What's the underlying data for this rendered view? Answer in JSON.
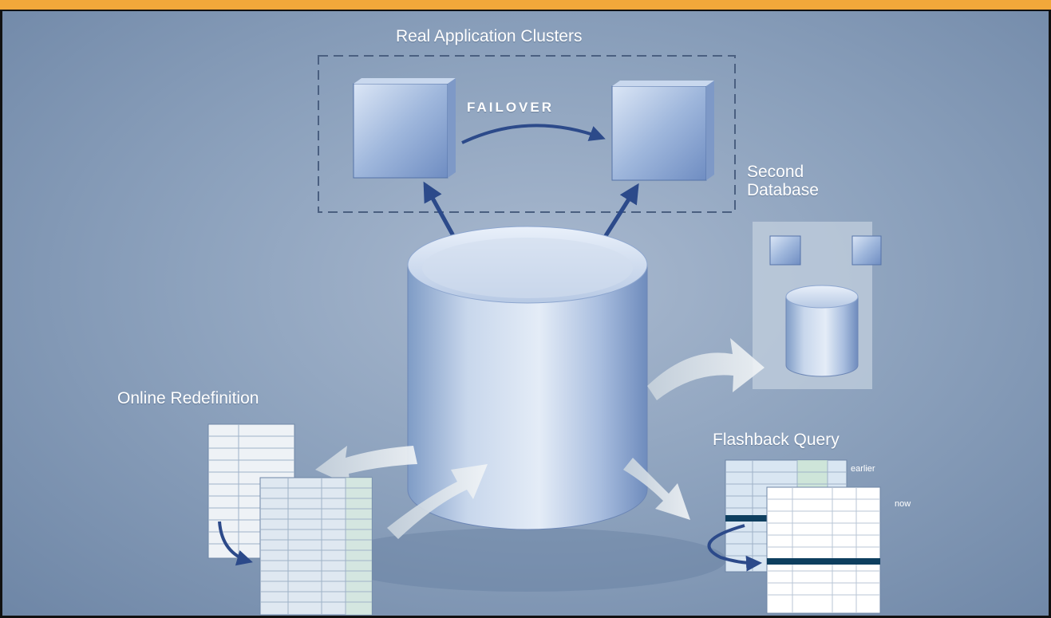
{
  "diagram": {
    "title_clusters": "Real Application Clusters",
    "failover_label": "FAILOVER",
    "second_database_label": "Second Database",
    "second_database_line1": "Second",
    "second_database_line2": "Database",
    "online_redefinition_label": "Online Redefinition",
    "flashback_query_label": "Flashback Query",
    "earlier_label": "earlier",
    "now_label": "now"
  },
  "colors": {
    "frame_orange": "#f2a83a",
    "background_blue": "#8ea3be",
    "arrow_dark_blue": "#2c4a8a",
    "arrow_light": "#e8ecef"
  }
}
